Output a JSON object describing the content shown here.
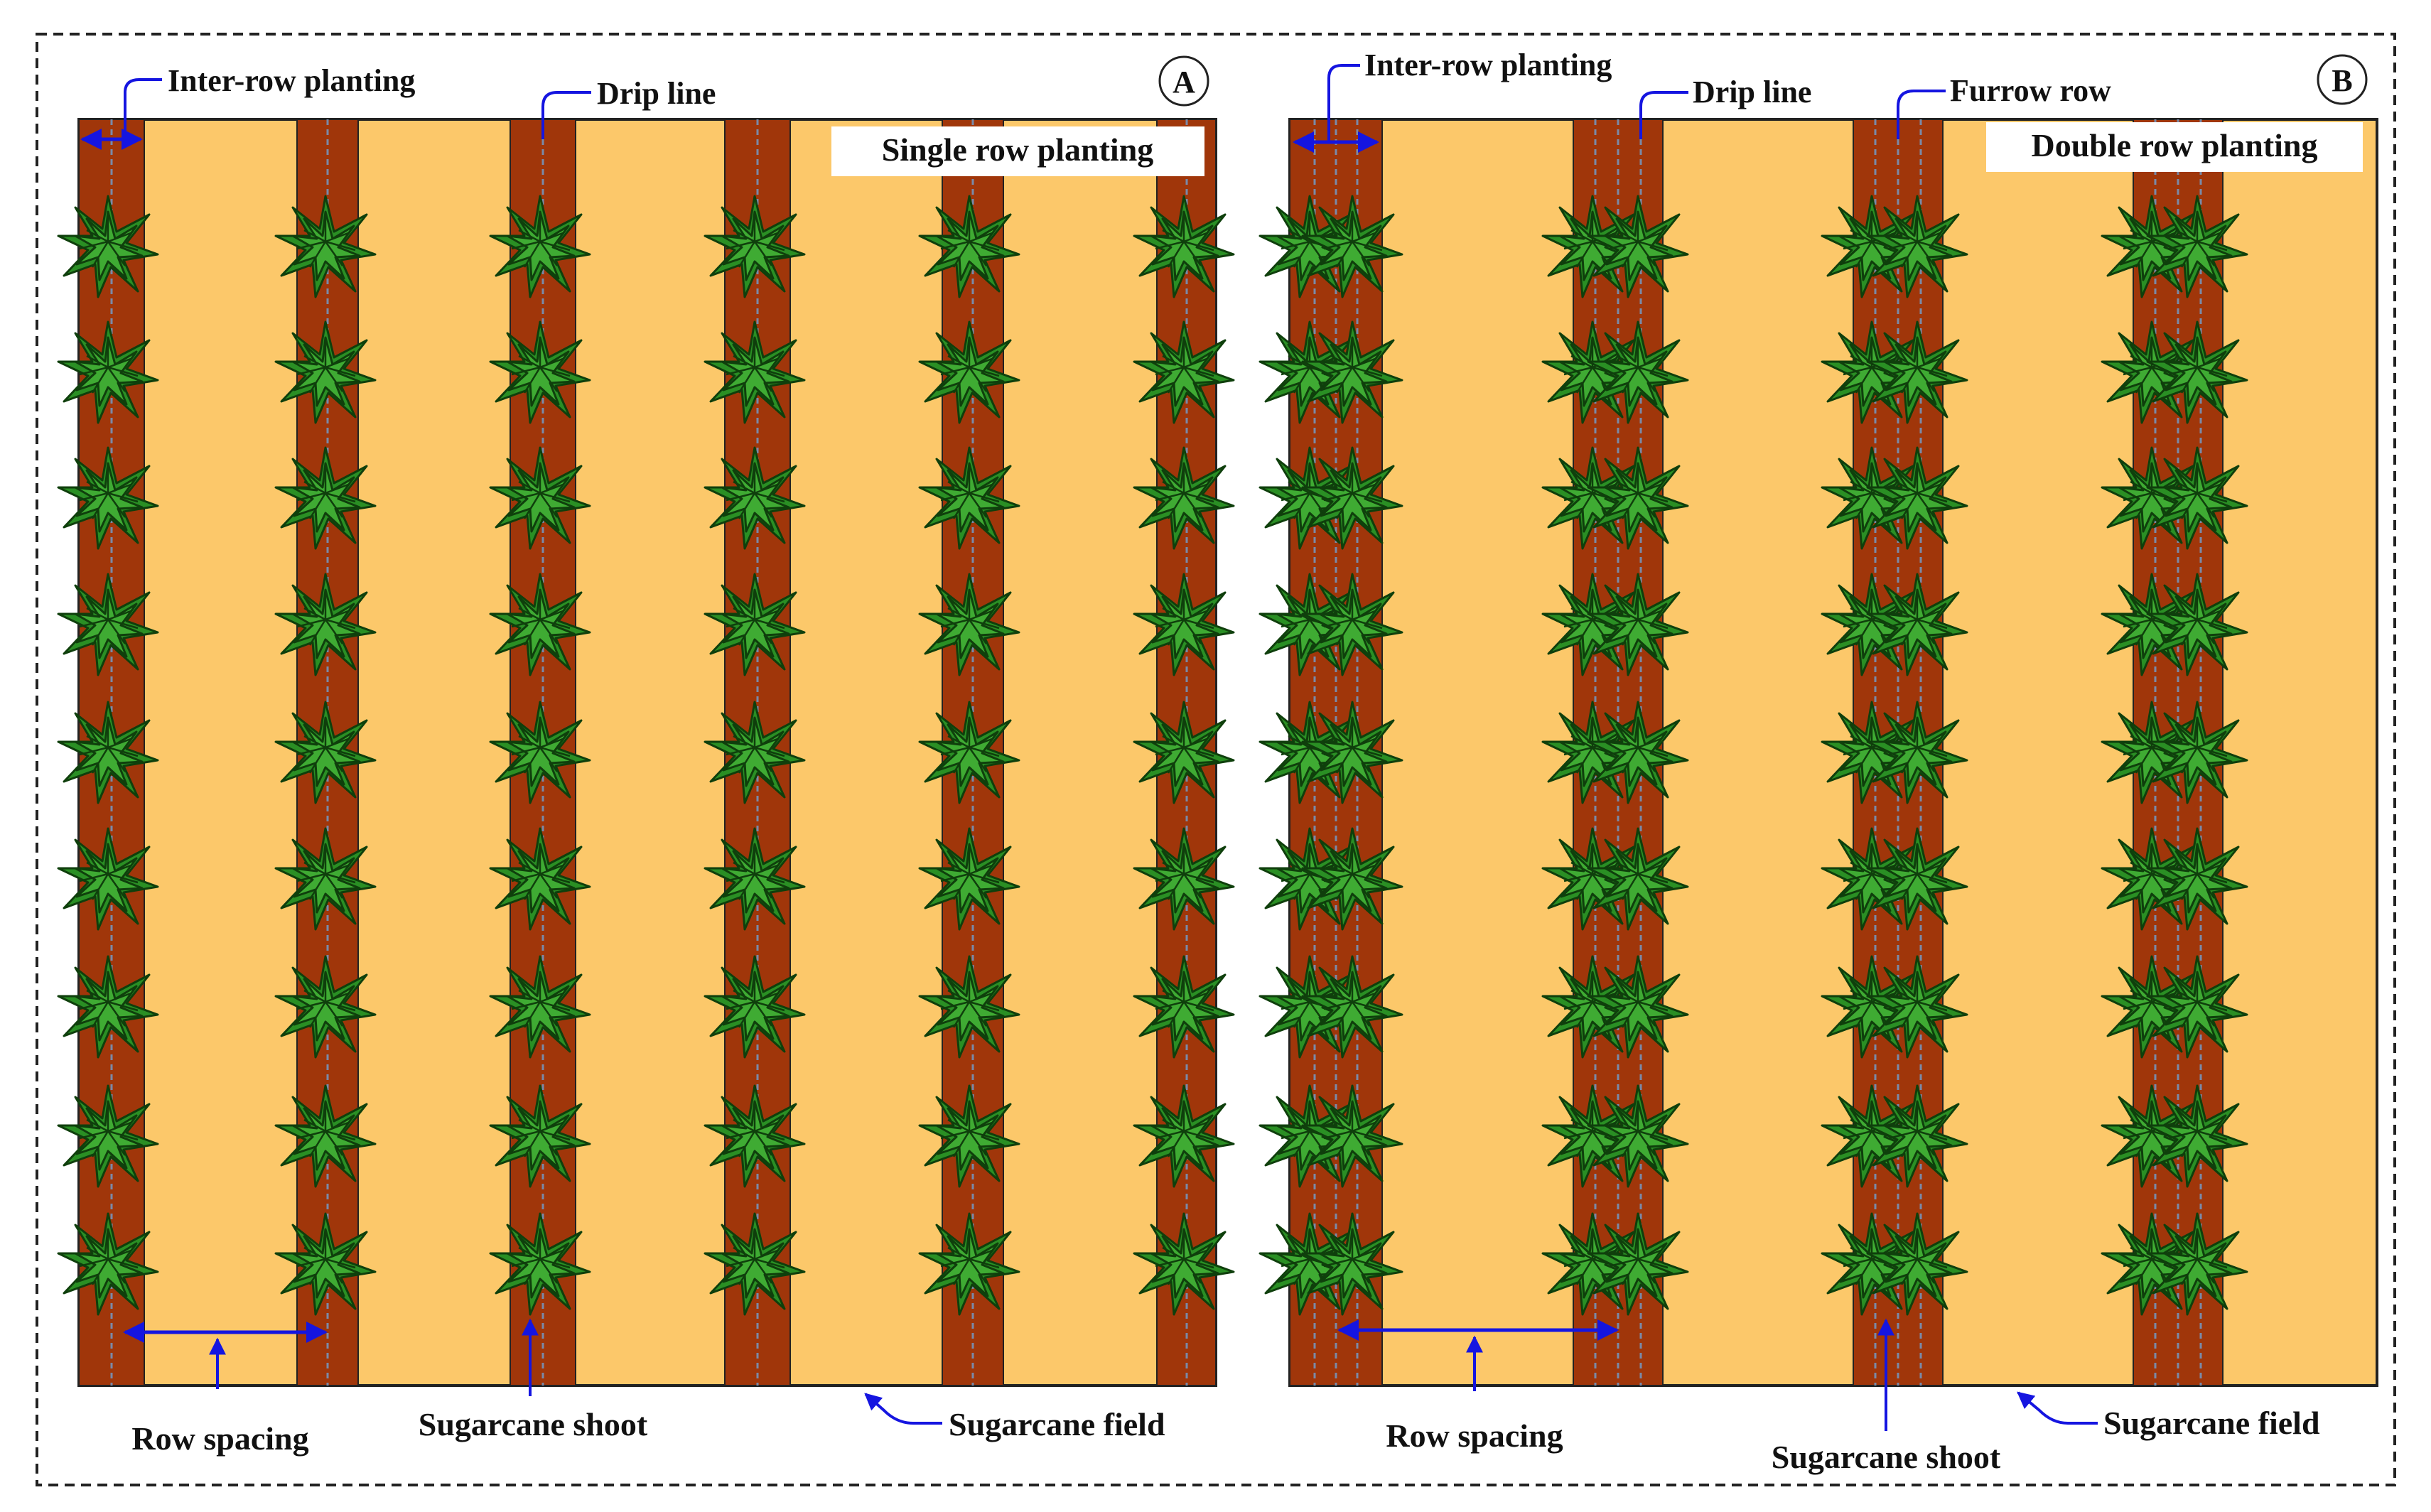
{
  "panels": {
    "a": {
      "letter": "A",
      "title": "Single row planting",
      "inter_row_label": "Inter-row planting",
      "drip_line_label": "Drip line",
      "row_spacing_label": "Row spacing",
      "shoot_label": "Sugarcane shoot",
      "field_label": "Sugarcane field"
    },
    "b": {
      "letter": "B",
      "title": "Double row planting",
      "inter_row_label": "Inter-row planting",
      "drip_line_label": "Drip line",
      "furrow_label": "Furrow row",
      "row_spacing_label": "Row spacing",
      "shoot_label": "Sugarcane shoot",
      "field_label": "Sugarcane field"
    }
  },
  "colors": {
    "field": "#fcc86a",
    "furrow": "#a0360a",
    "leaf": "#2a8f24",
    "leaf_dark": "#0f3f0c",
    "drip_line": "#7a8aa8",
    "arrow": "#1515e0",
    "border": "#222222"
  },
  "icons": {
    "plant": "sugarcane-shoot-icon"
  }
}
